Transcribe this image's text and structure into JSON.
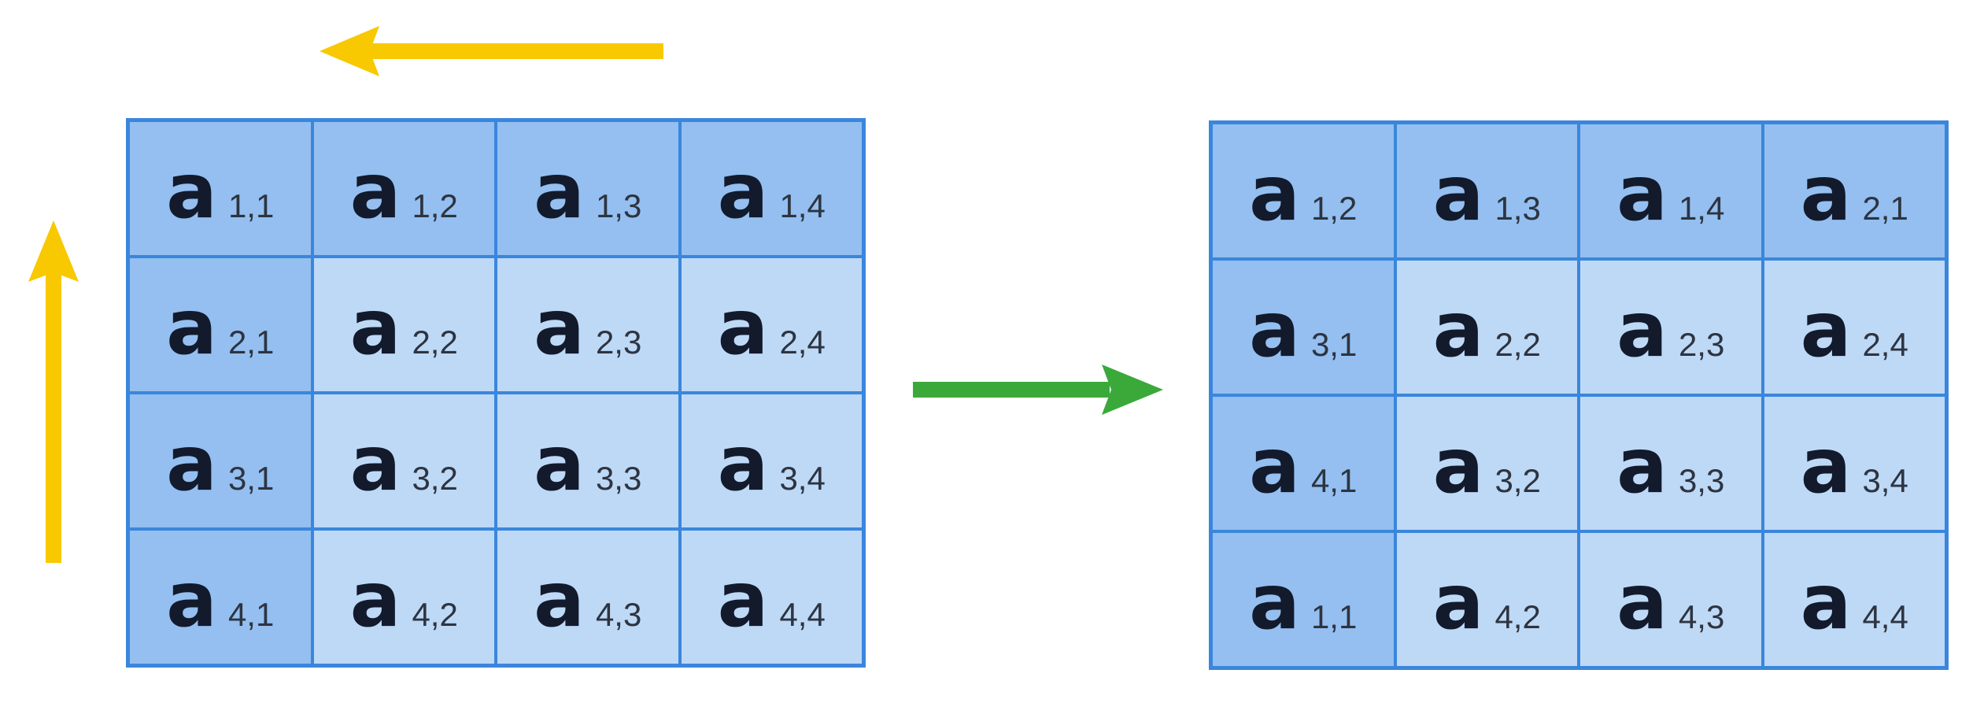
{
  "colors": {
    "cell_dark": "#94bff0",
    "cell_light": "#bed9f6",
    "cell_border": "#3a86dc",
    "arrow_shift": "#f8c800",
    "arrow_result": "#3aa93a",
    "letter": "#121a2c"
  },
  "arrows": [
    {
      "name": "shift-left-arrow",
      "direction": "left",
      "color": "#f8c800"
    },
    {
      "name": "shift-up-arrow",
      "direction": "up",
      "color": "#f8c800"
    },
    {
      "name": "result-arrow",
      "direction": "right",
      "color": "#3aa93a"
    }
  ],
  "left_matrix": {
    "letter": "a",
    "rows": [
      [
        {
          "sub": "1,1",
          "shade": "dark"
        },
        {
          "sub": "1,2",
          "shade": "dark"
        },
        {
          "sub": "1,3",
          "shade": "dark"
        },
        {
          "sub": "1,4",
          "shade": "dark"
        }
      ],
      [
        {
          "sub": "2,1",
          "shade": "dark"
        },
        {
          "sub": "2,2",
          "shade": "light"
        },
        {
          "sub": "2,3",
          "shade": "light"
        },
        {
          "sub": "2,4",
          "shade": "light"
        }
      ],
      [
        {
          "sub": "3,1",
          "shade": "dark"
        },
        {
          "sub": "3,2",
          "shade": "light"
        },
        {
          "sub": "3,3",
          "shade": "light"
        },
        {
          "sub": "3,4",
          "shade": "light"
        }
      ],
      [
        {
          "sub": "4,1",
          "shade": "dark"
        },
        {
          "sub": "4,2",
          "shade": "light"
        },
        {
          "sub": "4,3",
          "shade": "light"
        },
        {
          "sub": "4,4",
          "shade": "light"
        }
      ]
    ]
  },
  "right_matrix": {
    "letter": "a",
    "rows": [
      [
        {
          "sub": "1,2",
          "shade": "dark"
        },
        {
          "sub": "1,3",
          "shade": "dark"
        },
        {
          "sub": "1,4",
          "shade": "dark"
        },
        {
          "sub": "2,1",
          "shade": "dark"
        }
      ],
      [
        {
          "sub": "3,1",
          "shade": "dark"
        },
        {
          "sub": "2,2",
          "shade": "light"
        },
        {
          "sub": "2,3",
          "shade": "light"
        },
        {
          "sub": "2,4",
          "shade": "light"
        }
      ],
      [
        {
          "sub": "4,1",
          "shade": "dark"
        },
        {
          "sub": "3,2",
          "shade": "light"
        },
        {
          "sub": "3,3",
          "shade": "light"
        },
        {
          "sub": "3,4",
          "shade": "light"
        }
      ],
      [
        {
          "sub": "1,1",
          "shade": "dark"
        },
        {
          "sub": "4,2",
          "shade": "light"
        },
        {
          "sub": "4,3",
          "shade": "light"
        },
        {
          "sub": "4,4",
          "shade": "light"
        }
      ]
    ]
  }
}
